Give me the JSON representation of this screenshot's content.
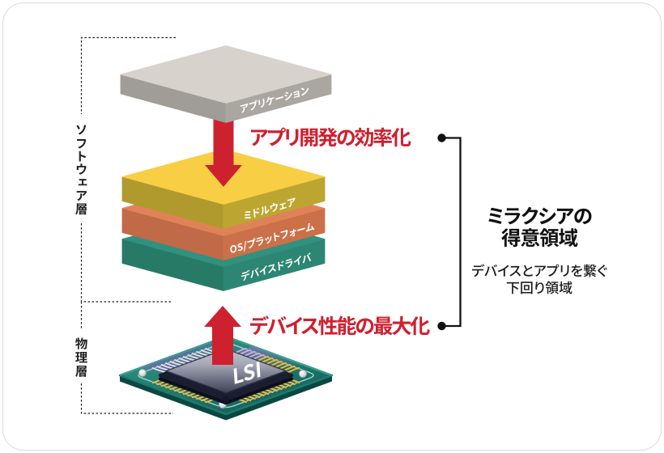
{
  "canvas": {
    "background": "#ffffff",
    "card_border_color": "#dbdbdb"
  },
  "left_axis": {
    "software_label": "ソフトウェア層",
    "physical_label": "物理層",
    "text_color": "#222222"
  },
  "stack": {
    "label_color": "#ffffff",
    "layers": [
      {
        "id": "application",
        "label": "アプリケーション",
        "top": "#d7d2cc",
        "left": "#a09c97",
        "right": "#aaa6a1"
      },
      {
        "id": "middleware",
        "label": "ミドルウェア",
        "top": "#f8ce45",
        "left": "#b09a2e",
        "right": "#bda531"
      },
      {
        "id": "os-platform",
        "label": "OS/プラットフォーム",
        "top": "#df8257",
        "left": "#c06a47",
        "right": "#cb7049"
      },
      {
        "id": "device-driver",
        "label": "デバイスドライバ",
        "top": "#31917f",
        "left": "#277a66",
        "right": "#2d8673"
      }
    ]
  },
  "arrows": {
    "color": "#ce2130",
    "down_label": "アプリ開発の効率化",
    "up_label": "デバイス性能の最大化",
    "label_color": "#ce2130"
  },
  "chip": {
    "label": "LSI",
    "label_color": "#ffffff"
  },
  "highlight": {
    "title_line1": "ミラクシアの",
    "title_line2": "得意領域",
    "desc_line1": "デバイスとアプリを繋ぐ",
    "desc_line2": "下回り領域",
    "text_color": "#111111"
  }
}
